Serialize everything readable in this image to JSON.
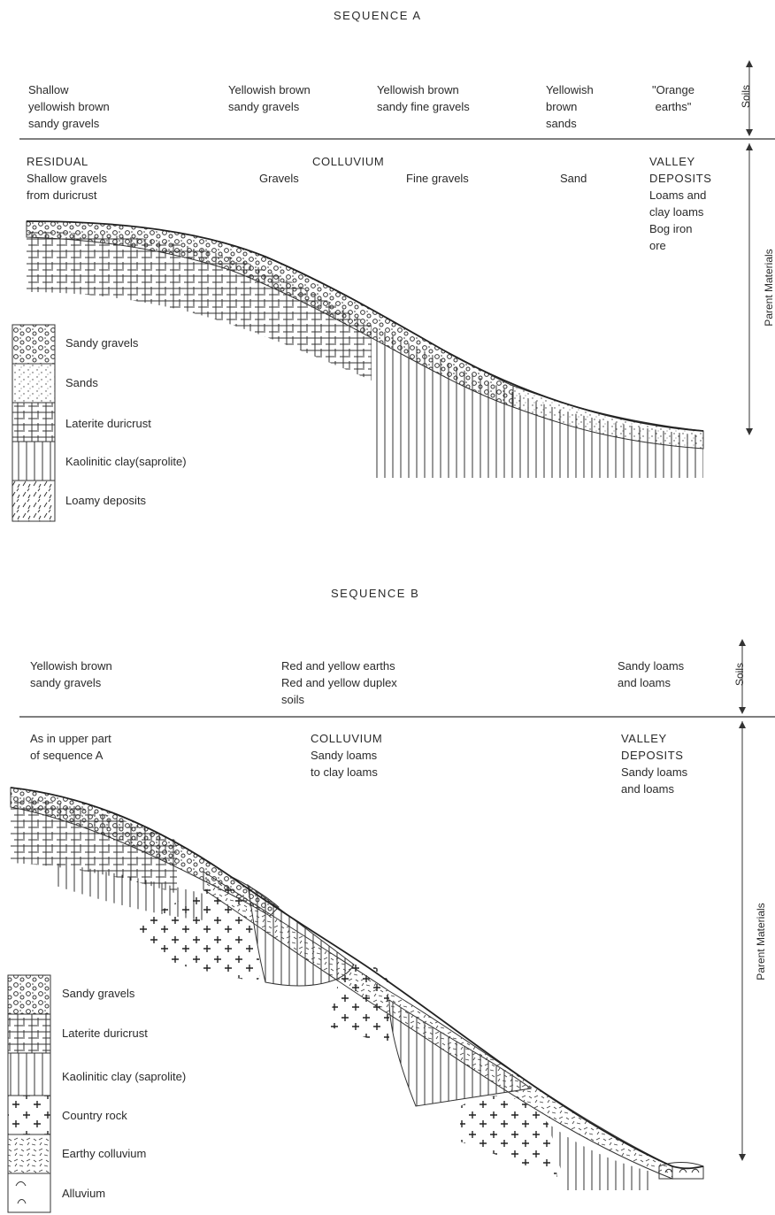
{
  "sequence_a": {
    "title": "SEQUENCE A",
    "soils": [
      "Shallow\nyellowish brown\nsandy gravels",
      "Yellowish brown\nsandy gravels",
      "Yellowish brown\nsandy fine gravels",
      "Yellowish\nbrown\nsands",
      "\"Orange\nearths\""
    ],
    "parent": {
      "residual_head": "RESIDUAL",
      "residual_text": "Shallow gravels\nfrom duricrust",
      "colluvium_head": "COLLUVIUM",
      "gravels": "Gravels",
      "fine_gravels": "Fine gravels",
      "sand": "Sand",
      "valley_head": "VALLEY\nDEPOSITS",
      "valley_text": "Loams and\nclay loams\nBog iron\nore"
    },
    "side_soils": "Soils",
    "side_parent": "Parent Materials",
    "legend": [
      "Sandy gravels",
      "Sands",
      "Laterite duricrust",
      "Kaolinitic clay(saprolite)",
      "Loamy deposits"
    ]
  },
  "sequence_b": {
    "title": "SEQUENCE B",
    "soils": [
      "Yellowish brown\nsandy gravels",
      "Red and yellow earths\nRed and yellow duplex\nsoils",
      "Sandy loams\nand loams"
    ],
    "parent": {
      "left_text": "As in upper part\nof sequence A",
      "colluvium_head": "COLLUVIUM",
      "colluvium_text": "Sandy loams\nto clay loams",
      "valley_head": "VALLEY\nDEPOSITS",
      "valley_text": "Sandy loams\nand loams"
    },
    "side_soils": "Soils",
    "side_parent": "Parent Materials",
    "legend": [
      "Sandy gravels",
      "Laterite duricrust",
      "Kaolinitic clay (saprolite)",
      "Country rock",
      "Earthy colluvium",
      "Alluvium"
    ]
  }
}
